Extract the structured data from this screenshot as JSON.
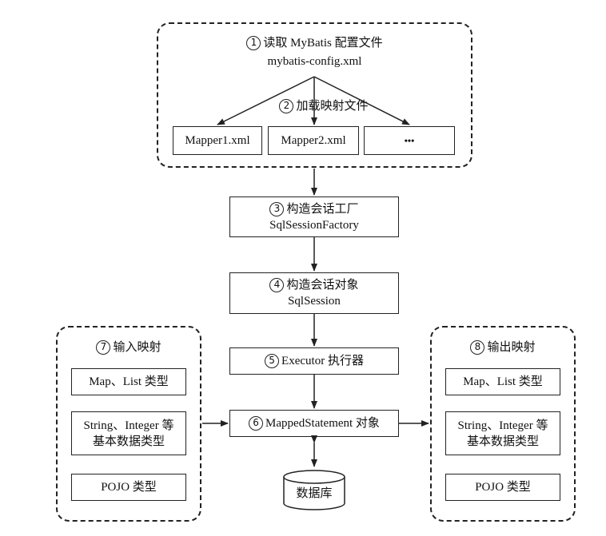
{
  "step1": {
    "num": "1",
    "title": "读取 MyBatis 配置文件",
    "file": "mybatis-config.xml"
  },
  "step2": {
    "num": "2",
    "title": "加载映射文件",
    "mappers": [
      "Mapper1.xml",
      "Mapper2.xml",
      "•••"
    ]
  },
  "step3": {
    "num": "3",
    "title": "构造会话工厂",
    "name": "SqlSessionFactory"
  },
  "step4": {
    "num": "4",
    "title": "构造会话对象",
    "name": "SqlSession"
  },
  "step5": {
    "num": "5",
    "title": "Executor 执行器"
  },
  "step6": {
    "num": "6",
    "title": "MappedStatement 对象"
  },
  "database": {
    "label": "数据库"
  },
  "input": {
    "num": "7",
    "title": "输入映射",
    "items": [
      "Map、List 类型",
      "String、Integer 等",
      "基本数据类型",
      "POJO 类型"
    ]
  },
  "output": {
    "num": "8",
    "title": "输出映射",
    "items": [
      "Map、List 类型",
      "String、Integer 等",
      "基本数据类型",
      "POJO 类型"
    ]
  }
}
